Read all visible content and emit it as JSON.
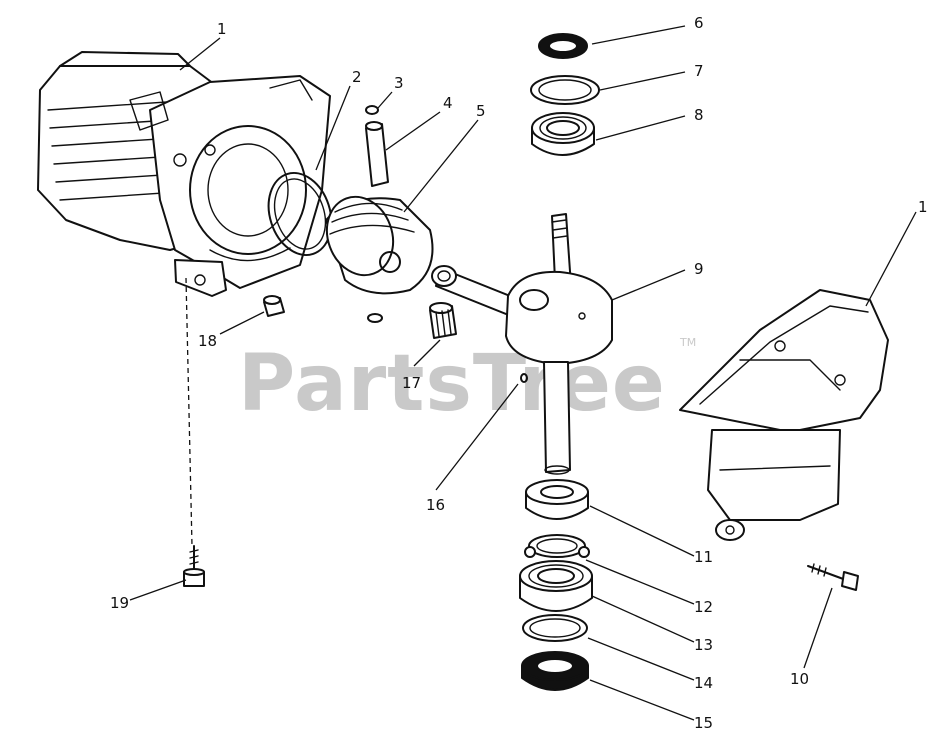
{
  "watermark": {
    "text": "PartsTree",
    "trademark": "TM"
  },
  "callouts": [
    {
      "id": "c1a",
      "label": "1",
      "part": "crankcase-cylinder"
    },
    {
      "id": "c2",
      "label": "2",
      "part": "piston-ring"
    },
    {
      "id": "c3",
      "label": "3",
      "part": "retaining-ring"
    },
    {
      "id": "c4",
      "label": "4",
      "part": "piston-pin"
    },
    {
      "id": "c5",
      "label": "5",
      "part": "piston"
    },
    {
      "id": "c6",
      "label": "6",
      "part": "oil-seal-upper"
    },
    {
      "id": "c7",
      "label": "7",
      "part": "retaining-ring-upper"
    },
    {
      "id": "c8",
      "label": "8",
      "part": "ball-bearing-upper"
    },
    {
      "id": "c9",
      "label": "9",
      "part": "crankshaft"
    },
    {
      "id": "c1b",
      "label": "1",
      "part": "crankcase-half"
    },
    {
      "id": "c16",
      "label": "16",
      "part": "woodruff-key"
    },
    {
      "id": "c17",
      "label": "17",
      "part": "needle-bearing"
    },
    {
      "id": "c18",
      "label": "18",
      "part": "dowel-pin"
    },
    {
      "id": "c19",
      "label": "19",
      "part": "screw"
    },
    {
      "id": "c10",
      "label": "10",
      "part": "crankcase-screw"
    },
    {
      "id": "c11",
      "label": "11",
      "part": "bearing-sleeve"
    },
    {
      "id": "c12",
      "label": "12",
      "part": "snap-ring"
    },
    {
      "id": "c13",
      "label": "13",
      "part": "ball-bearing-lower"
    },
    {
      "id": "c14",
      "label": "14",
      "part": "retaining-ring-lower"
    },
    {
      "id": "c15",
      "label": "15",
      "part": "oil-seal-lower"
    }
  ]
}
